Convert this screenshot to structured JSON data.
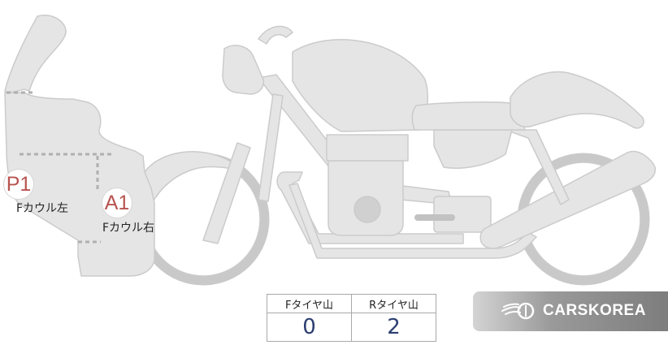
{
  "markers": {
    "p1": {
      "code": "P1",
      "label": "Fカウル左"
    },
    "a1": {
      "code": "A1",
      "label": "Fカウル右"
    }
  },
  "tire_table": {
    "headers": [
      "Fタイヤ山",
      "Rタイヤ山"
    ],
    "values": [
      "0",
      "2"
    ]
  },
  "brand": {
    "name": "CARSKOREA",
    "icon": "flame-logo-icon"
  },
  "colors": {
    "body_fill": "#e5e5e5",
    "outline": "#cbcbcb",
    "marker_text": "#b85450",
    "value_text": "#2c3e70"
  }
}
